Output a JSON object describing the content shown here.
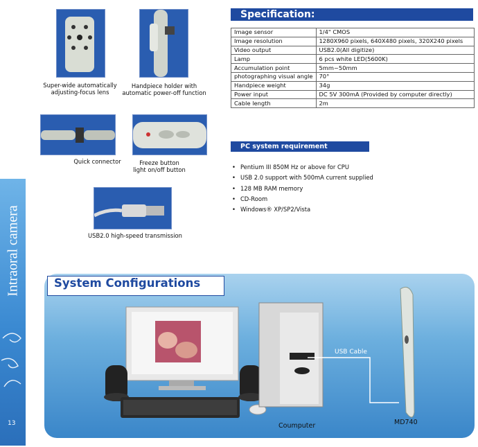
{
  "captions": {
    "lens": "Super-wide automatically\nadjusting-focus lens",
    "holder": "Handpiece holder with\nautomatic power-off function",
    "connector": "Quick connector",
    "freeze": "Freeze button\nlight on/off button",
    "usb": "USB2.0 high-speed transmission"
  },
  "specification": {
    "title": "Specification:",
    "rows": [
      [
        "Image sensor",
        "1/4\" CMOS"
      ],
      [
        "Image resolution",
        "1280X960 pixels, 640X480 pixels, 320X240 pixels"
      ],
      [
        "Video output",
        "USB2.0(All digitize)"
      ],
      [
        "Lamp",
        "6 pcs white LED(5600K)"
      ],
      [
        "Accumulation point",
        "5mm~50mm"
      ],
      [
        "photographing visual angle",
        "70°"
      ],
      [
        "Handpiece weight",
        "34g"
      ],
      [
        "Power input",
        "DC 5V 300mA (Provided by computer directly)"
      ],
      [
        "Cable length",
        "2m"
      ]
    ]
  },
  "pc_requirement": {
    "title": "PC system requirement",
    "items": [
      "Pentium III 850M Hz or above for CPU",
      "USB 2.0 support with 500mA current supplied",
      "128 MB RAM memory",
      "CD-Room",
      "Windows® XP/SP2/Vista"
    ]
  },
  "sidebar": {
    "text": "Intraoral camera",
    "page_number": "13"
  },
  "system": {
    "title": "System Configurations",
    "usb_cable_label": "USB Cable",
    "computer_label": "Coumputer",
    "model_label": "MD740"
  },
  "colors": {
    "header_blue": "#1f4aa0",
    "panel_blue": "#6cafde",
    "photo_blue": "#2a5db0"
  }
}
